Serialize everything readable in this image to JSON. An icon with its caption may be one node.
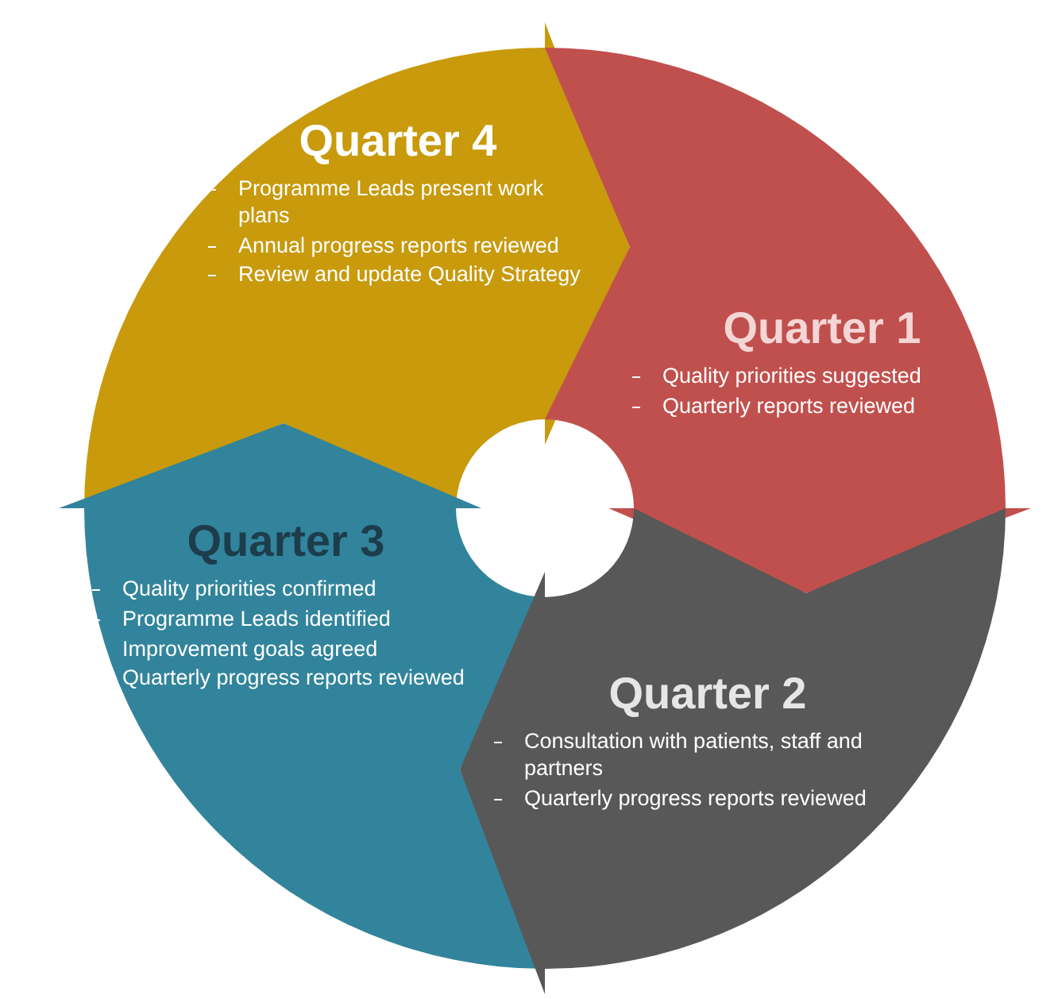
{
  "diagram": {
    "nodes": [
      {
        "text": [
          "Quarter 4",
          "Programme Leads present work plans",
          "Annual progress reports reviewed",
          "Review and update Quality Strategy"
        ]
      },
      {
        "text": [
          "Quarter 1",
          "Quality priorities suggested",
          "Quarterly reports reviewed"
        ]
      },
      {
        "text": [
          "Quarter 3",
          "Quality priorities confirmed",
          "Programme Leads identified",
          "Improvement goals agreed",
          "Quarterly progress reports reviewed"
        ]
      },
      {
        "text": [
          "Quarter 2",
          "Consultation with patients, staff and partners",
          "Quarterly progress reports reviewed"
        ]
      }
    ]
  }
}
